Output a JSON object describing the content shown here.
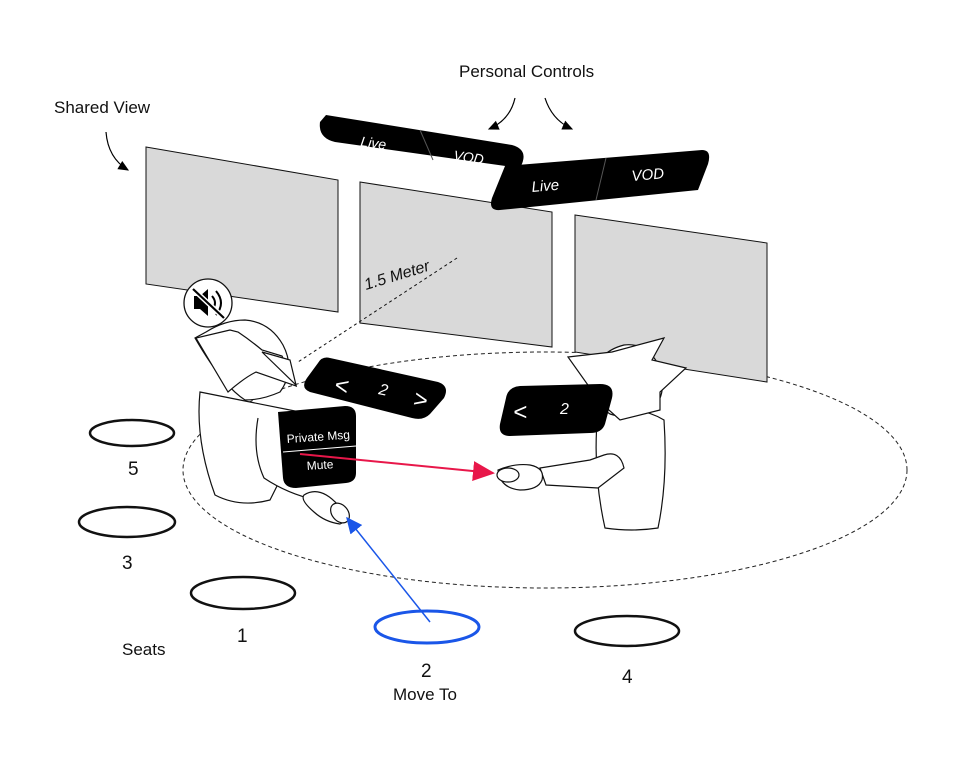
{
  "labels": {
    "personal_controls": "Personal Controls",
    "shared_view": "Shared View",
    "distance": "1.5 Meter",
    "seats": "Seats",
    "move_to": "Move To"
  },
  "personal_controls": [
    {
      "live": "Live",
      "vod": "VOD"
    },
    {
      "live": "Live",
      "vod": "VOD"
    }
  ],
  "seat_selector": {
    "left_arrow": "<",
    "value": "2",
    "right_arrow": ">"
  },
  "avatar_selector": {
    "left_arrow": "<",
    "value": "2"
  },
  "context_menu": {
    "private_msg": "Private Msg",
    "mute": "Mute"
  },
  "icons": {
    "mute": "speaker-muted-icon"
  },
  "seats": [
    {
      "number": "5",
      "highlighted": false
    },
    {
      "number": "3",
      "highlighted": false
    },
    {
      "number": "1",
      "highlighted": false
    },
    {
      "number": "2",
      "highlighted": true
    },
    {
      "number": "4",
      "highlighted": false
    }
  ],
  "colors": {
    "screen_fill": "#d9d9d9",
    "control_fill": "#000000",
    "highlight_seat": "#1a56e8",
    "move_arrow": "#1a56e8",
    "message_arrow": "#e8174a"
  }
}
